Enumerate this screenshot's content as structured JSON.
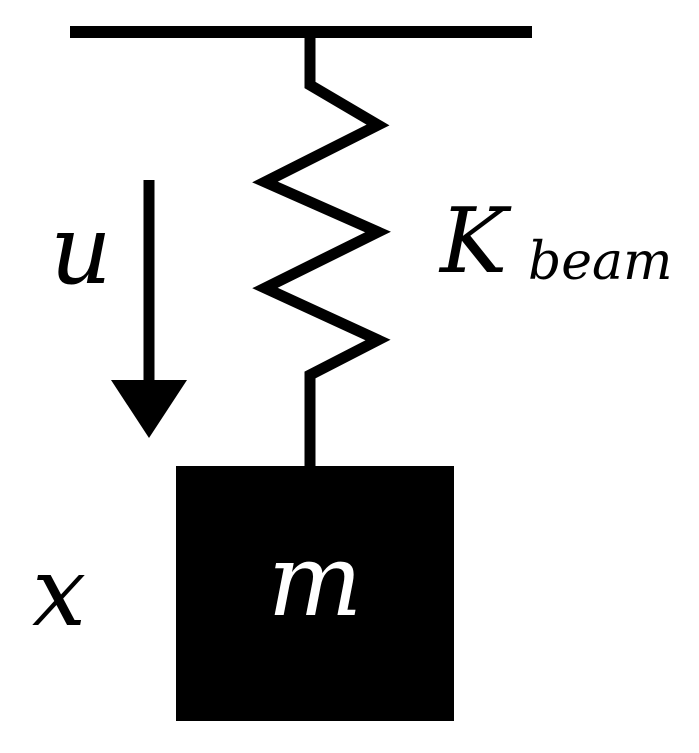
{
  "labels": {
    "input": "u",
    "stiffness_main": "K",
    "stiffness_sub": "beam",
    "position": "x",
    "mass": "m"
  },
  "colors": {
    "ink": "#000000",
    "background": "#ffffff",
    "mass_text": "#ffffff"
  }
}
